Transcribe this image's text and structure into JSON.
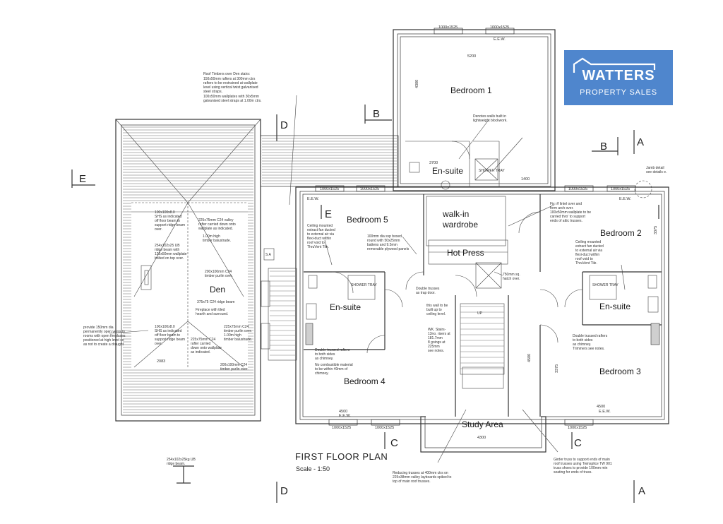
{
  "logo": {
    "brand": "WATTERS",
    "sub": "PROPERTY SALES"
  },
  "plan": {
    "title": "FIRST FLOOR PLAN",
    "scale": "Scale - 1:50",
    "rooms": {
      "bedroom1": "Bedroom 1",
      "bedroom2": "Bedroom 2",
      "bedroom3": "Bedroom 3",
      "bedroom4": "Bedroom 4",
      "bedroom5": "Bedroom 5",
      "ensuite_top": "En-suite",
      "ensuite_left": "En-suite",
      "ensuite_right": "En-suite",
      "walkin1": "walk-in",
      "walkin2": "wardrobe",
      "hotpress": "Hot Press",
      "den": "Den",
      "study": "Study Area"
    },
    "sections": {
      "a_top": "A",
      "a_bottom": "A",
      "b_left": "B",
      "b_right": "B",
      "c_left": "C",
      "c_right": "C",
      "d_top": "D",
      "d_bottom": "D",
      "e_left": "E",
      "e_right": "E"
    },
    "dims": {
      "bed1_w": "5200",
      "bed1_h": "4300",
      "ensuite_w": "3700",
      "d1400": "1400",
      "bed4_w": "4500",
      "bed3_w": "4500",
      "study_w": "4300",
      "d3375a": "3375",
      "d3375b": "3375",
      "d4500": "4500",
      "d2083": "2083",
      "win1": "1000x1525",
      "win2": "1000x1525",
      "win3": "1000x1525",
      "win4": "1000x1525",
      "win5": "1000x1525",
      "win6": "1000x1525",
      "win7": "1000x1525",
      "win8": "1000x1525",
      "win9": "1000x1525",
      "eew1": "E.E.W.",
      "eew2": "E.E.W.",
      "eew3": "E.E.W.",
      "eew4": "E.E.W.",
      "eew5": "E.E.W."
    },
    "notes": {
      "roof_timbers_title": "Roof Timbers over Den stairs:",
      "roof_timbers_1": "150x50mm rafters at 300mm ctrs",
      "roof_timbers_2": "rafters to be restrained at wallplate",
      "roof_timbers_3": "level using vertical twist galvanised",
      "roof_timbers_4": "steel straps.",
      "roof_timbers_5": "100x50mm wallplates with 30x5mm",
      "roof_timbers_6": "galvanised steel straps at 1.00m ctrs.",
      "denotes_walls_1": "Denotes walls built in",
      "denotes_walls_2": "lightweight blockwork.",
      "fix_lintel_1": "Fix r/f lintel over and",
      "fix_lintel_2": "form arch over.",
      "fix_lintel_3": "100x50mm wallplate to be",
      "fix_lintel_4": "carried thro' to support",
      "fix_lintel_5": "ends of attic trusses.",
      "fan_b2_1": "Ceiling mounted",
      "fan_b2_2": "extract fan ducted",
      "fan_b2_3": "to external air via",
      "fan_b2_4": "flexi-duct within",
      "fan_b2_5": "roof void to",
      "fan_b2_6": "ThruVent Tile.",
      "fan_b5_1": "Ceiling mounted",
      "fan_b5_2": "extract fan ducted",
      "fan_b5_3": "to external air via",
      "fan_b5_4": "flexi-duct within",
      "fan_b5_5": "roof void to",
      "fan_b5_6": "ThruVent Tile.",
      "duct_1": "100mm dia svp boxed",
      "duct_2": "round with 50x25mm",
      "duct_3": "battens and 9.5mm",
      "duct_4": "removable plywood panels",
      "double_trusses_1": "Double trusses",
      "double_trusses_2": "as trap door.",
      "wall_built_1": "this wall to be",
      "wall_built_2": "built up to",
      "wall_built_3": "ceiling level.",
      "dt_rafters_left_1": "Double trussed rafters",
      "dt_rafters_left_2": "to both sides",
      "dt_rafters_left_3": "as chimney.",
      "no_combust_1": "No combustible material",
      "no_combust_2": "to be within 40mm of",
      "no_combust_3": "chimney.",
      "dt_rafters_right_1": "Double trussed rafters",
      "dt_rafters_right_2": "to both sides",
      "dt_rafters_right_3": "as chimney.",
      "dt_rafters_right_4": "Trimmers see notes.",
      "hatch_note_1": "750mm sq.",
      "hatch_note_2": "hatch over.",
      "stairs_1": "WK. Stairs-",
      "stairs_2": "13no. risers at",
      "stairs_3": "181.7mm",
      "stairs_4": "8 goings at",
      "stairs_5": "225mm",
      "stairs_6": "see notes.",
      "girder_1": "Girder truss to support ends of main",
      "girder_2": "roof trusses using Twinsplice TW 901",
      "girder_3": "truss shoes to provide 100mm min",
      "girder_4": "seating for ends of truss.",
      "reducing_1": "Reducing trusses at 400mm ctrs on",
      "reducing_2": "225x38mm valley layboards spiked to",
      "reducing_3": "top of main roof trusses.",
      "provide_vents_1": "provide 150mm dia",
      "provide_vents_2": "permanently open vents to",
      "provide_vents_3": "rooms with open fireplaces",
      "provide_vents_4": "positioned at high level so",
      "provide_vents_5": "as not to create a draught",
      "ridge_beam_1": "254x102x25kg UB",
      "ridge_beam_2": "ridge beam.",
      "den_n1_1": "100x100x8.0",
      "den_n1_2": "SHS as indicated",
      "den_n1_3": "off floor beam to",
      "den_n1_4": "support ridge beam",
      "den_n1_5": "over.",
      "den_n2_1": "254x102x25 UB",
      "den_n2_2": "ridge beam with",
      "den_n2_3": "125x50mm wallplate",
      "den_n2_4": "bolted on top over.",
      "den_n3_1": "225x75mm C24 valley",
      "den_n3_2": "rafter carried down onto",
      "den_n3_3": "wallplate as indicated.",
      "den_n4_1": "1.00m high",
      "den_n4_2": "timber balustrade.",
      "den_n5_1": "200x100mm C24",
      "den_n5_2": "timber purlin over.",
      "den_n6_1": "375x75 C24 ridge beam",
      "den_n7_1": "Fireplace with tiled",
      "den_n7_2": "hearth and surround.",
      "den_n8_1": "100x100x8.0",
      "den_n8_2": "SHS as indicated",
      "den_n8_3": "off floor beam to",
      "den_n8_4": "support ridge beam",
      "den_n8_5": "over.",
      "den_n9_1": "225x75mm C24",
      "den_n9_2": "rafter carried",
      "den_n9_3": "down onto wallplate",
      "den_n9_4": "as indicated.",
      "den_n10_1": "225x75mm C24",
      "den_n10_2": "timber purlin over.",
      "den_n10_3": "1.00m high",
      "den_n10_4": "timber balustrade.",
      "den_n11_1": "200x100mm C24",
      "den_n11_2": "timber purlin over.",
      "shower_top": "SHOWER TRAY",
      "shower_left": "SHOWER TRAY",
      "shower_right": "SHOWER TRAY",
      "up": "UP",
      "sa_label": "S A",
      "curb_note_1": "Jamb detail",
      "curb_note_2": "see details e."
    }
  }
}
